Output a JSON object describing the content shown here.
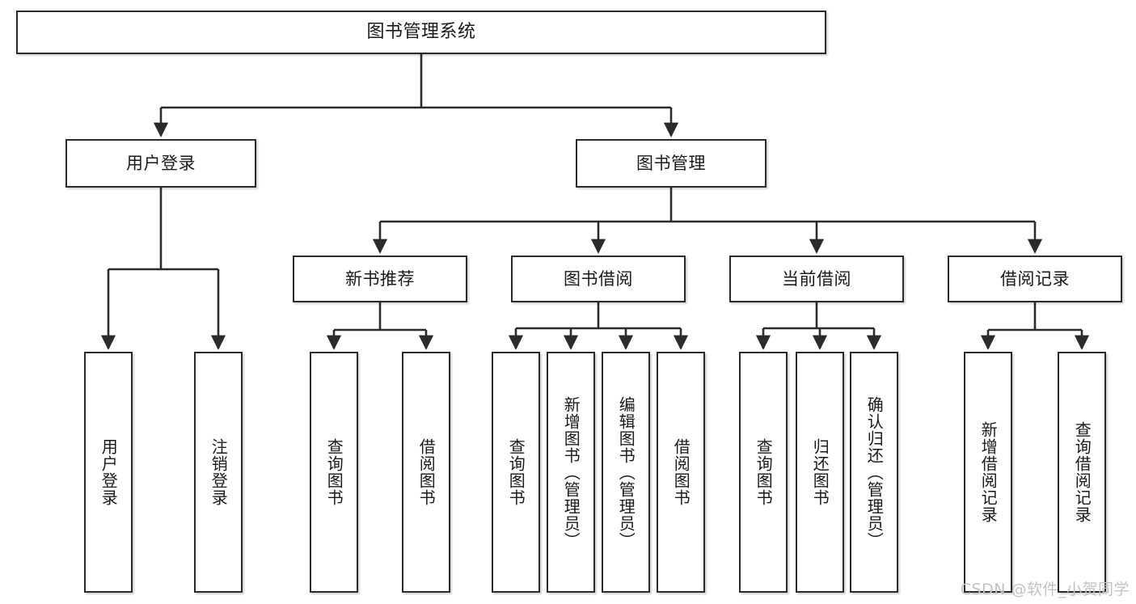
{
  "diagram": {
    "title": "图书管理系统",
    "type": "hierarchy-tree",
    "root": {
      "label": "图书管理系统"
    },
    "level2": [
      {
        "label": "用户登录"
      },
      {
        "label": "图书管理"
      }
    ],
    "level3": [
      {
        "label": "新书推荐"
      },
      {
        "label": "图书借阅"
      },
      {
        "label": "当前借阅"
      },
      {
        "label": "借阅记录"
      }
    ],
    "leaves": {
      "user_login": [
        {
          "label": "用户登录"
        },
        {
          "label": "注销登录"
        }
      ],
      "new_book_recommend": [
        {
          "label": "查询图书"
        },
        {
          "label": "借阅图书"
        }
      ],
      "book_borrow": [
        {
          "label": "查询图书"
        },
        {
          "label": "新增图书（管理员）"
        },
        {
          "label": "编辑图书（管理员）"
        },
        {
          "label": "借阅图书"
        }
      ],
      "current_borrow": [
        {
          "label": "查询图书"
        },
        {
          "label": "归还图书"
        },
        {
          "label": "确认归还（管理员）"
        }
      ],
      "borrow_records": [
        {
          "label": "新增借阅记录"
        },
        {
          "label": "查询借阅记录"
        }
      ]
    }
  },
  "watermark": {
    "text": "CSDN @软件_小贺同学"
  },
  "colors": {
    "border": "#2b2b2b",
    "background": "#ffffff",
    "text": "#1a1a1a",
    "watermark": "#c2c2c2"
  }
}
